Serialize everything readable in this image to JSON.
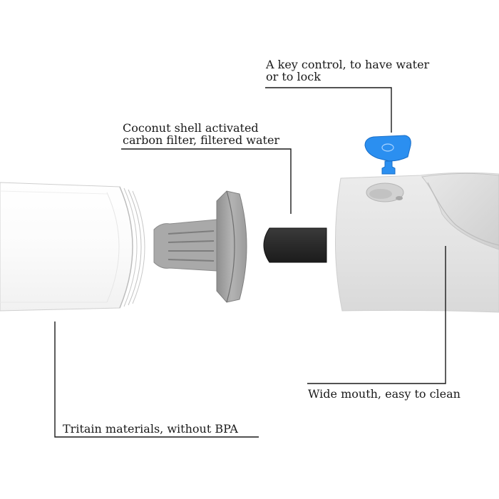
{
  "callouts": {
    "key_control": {
      "line1": "A key control, to have water",
      "line2": "or to lock"
    },
    "carbon_filter": {
      "line1": "Coconut shell activated",
      "line2": "carbon filter, filtered water"
    },
    "wide_mouth": {
      "line1": "Wide mouth, easy to clean"
    },
    "tritain": {
      "line1": "Tritain materials, without BPA"
    }
  },
  "colors": {
    "key_blue": "#2b8ff0",
    "body_gray": "#e2e2e2",
    "filter_gray": "#9a9a9a",
    "carbon_black": "#2a2a2a",
    "leader_line": "#1a1a1a"
  }
}
